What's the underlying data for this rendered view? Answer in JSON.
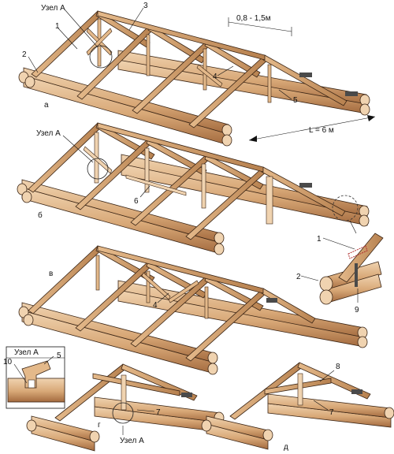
{
  "labels": {
    "node_a": "Узел А",
    "n1": "1",
    "n2": "2",
    "n3": "3",
    "n4": "4",
    "n5": "5",
    "n6": "6",
    "n7": "7",
    "n8": "8",
    "n9": "9",
    "n10": "10",
    "spacing": "0,8 - 1,5м",
    "span": "L = 6 м"
  },
  "panels": {
    "a": "а",
    "b": "б",
    "v": "в",
    "g": "г",
    "d": "д"
  },
  "colors": {
    "wood": "#d8a877",
    "wood_dark": "#a36a3e",
    "wood_light": "#f0d3b0",
    "outline": "#3a2414",
    "steel": "#4a4a4a"
  }
}
